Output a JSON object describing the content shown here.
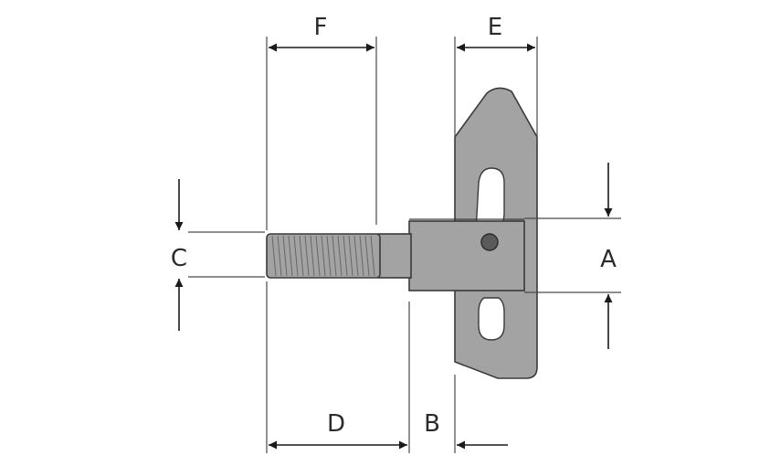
{
  "diagram": {
    "labels": {
      "a": "A",
      "b": "B",
      "c": "C",
      "d": "D",
      "e": "E",
      "f": "F"
    },
    "colors": {
      "part_fill": "#a3a3a3",
      "outline": "#3a3a3a",
      "dimension_lines": "#1a1a1a"
    }
  }
}
